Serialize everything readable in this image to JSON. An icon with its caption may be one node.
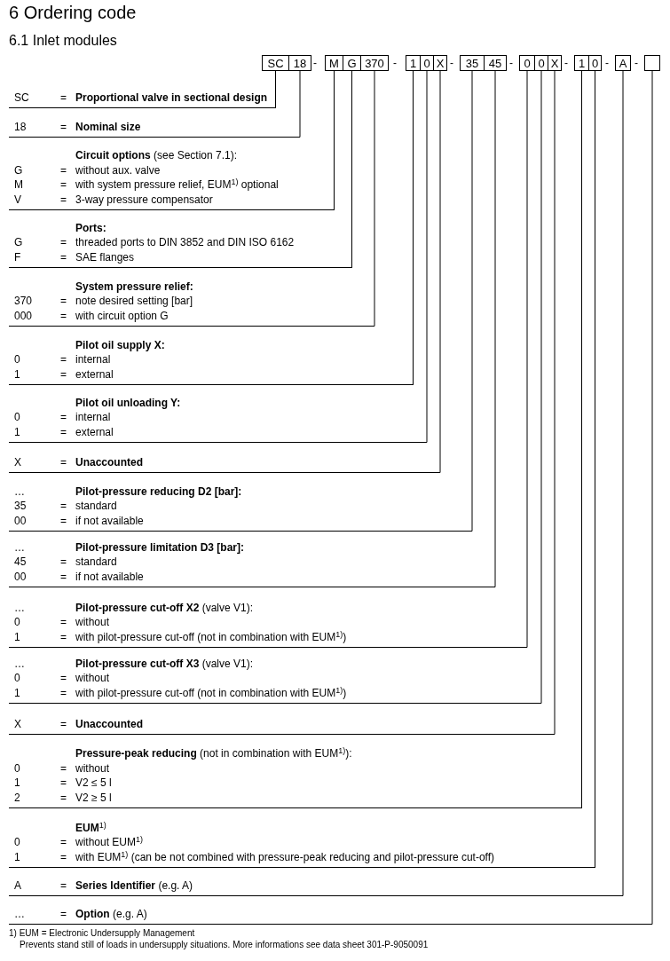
{
  "diagram": {
    "title": "6 Ordering code",
    "nodes": [
      {
        "text": [
          "SC"
        ]
      },
      {
        "text": [
          "18"
        ]
      },
      {
        "text": [
          "M"
        ]
      },
      {
        "text": [
          "G"
        ]
      },
      {
        "text": [
          "370"
        ]
      },
      {
        "text": [
          "1"
        ]
      },
      {
        "text": [
          "0"
        ]
      },
      {
        "text": [
          "X"
        ]
      },
      {
        "text": [
          "35"
        ]
      },
      {
        "text": [
          "45"
        ]
      },
      {
        "text": [
          "0"
        ]
      },
      {
        "text": [
          "0"
        ]
      },
      {
        "text": [
          "X"
        ]
      },
      {
        "text": [
          "1"
        ]
      },
      {
        "text": [
          "0"
        ]
      },
      {
        "text": [
          "A"
        ]
      },
      {
        "text": [],
        "shape": "box"
      },
      {
        "text": [
          "SC",
          "=",
          "Proportional valve in sectional design"
        ]
      },
      {
        "text": [
          "18",
          "=",
          "Nominal size"
        ]
      },
      {
        "text": [
          "**Circuit options** (see Section 7.1):",
          "G",
          "=",
          "without aux. valve",
          "M",
          "=",
          "with system pressure relief, EUM$^{1)}$ optional",
          "V",
          "=",
          "3-way pressure compensator"
        ]
      },
      {
        "text": [
          "Ports:",
          "G",
          "=",
          "threaded ports to DIN 3852 and DIN ISO 6162",
          "F",
          "=",
          "SAE flanges"
        ]
      },
      {
        "text": [
          "System pressure relief:",
          "370",
          "=",
          "note desired setting [bar]",
          "000",
          "=",
          "with circuit option G"
        ]
      },
      {
        "text": [
          "Pilot oil supply X:",
          "0",
          "=",
          "internal",
          "1",
          "=",
          "external"
        ]
      },
      {
        "text": [
          "Pilot oil unloading Y:",
          "0",
          "=",
          "internal",
          "1",
          "=",
          "external"
        ]
      },
      {
        "text": [
          "X",
          "=",
          "Unaccounted"
        ]
      },
      {
        "text": [
          "…",
          "Pilot-pressure reducing D2 [bar]:",
          "35",
          "=",
          "standard",
          "00",
          "=",
          "if not available"
        ]
      },
      {
        "text": [
          "…",
          "Pilot-pressure limitation D3 [bar]:",
          "45",
          "=",
          "standard",
          "00",
          "=",
          "if not available"
        ]
      },
      {
        "text": [
          "…",
          "**Pilot-pressure cut-off X2** (valve V1):",
          "0",
          "=",
          "without",
          "1",
          "=",
          "with pilot-pressure cut-off (not in combination with EUM$^{1)}$)"
        ]
      },
      {
        "text": [
          "…",
          "**Pilot-pressure cut-off X3** (valve V1):",
          "0",
          "=",
          "without",
          "1",
          "=",
          "with pilot-pressure cut-off (not in combination with EUM$^{1)}$)"
        ]
      },
      {
        "text": [
          "X",
          "=",
          "Unaccounted"
        ]
      },
      {
        "text": [
          "**Pressure-peak reducing** (not in combination with EUM$^{1)}$):",
          "0",
          "=",
          "without",
          "1",
          "=",
          "V2 ≤ 5 l",
          "2",
          "=",
          "V2 ≥ 5 l"
        ]
      },
      {
        "text": [
          "**EUM**$^{1)}$",
          "0",
          "=",
          "without EUM$^{1)}$",
          "1",
          "=",
          "with EUM$^{1)}$ (can be not combined with pressure-peak reducing and pilot-pressure cut-off)"
        ]
      },
      {
        "text": [
          "A",
          "=",
          "**Series Identifier** (e.g. A)"
        ]
      },
      {
        "text": [
          "…",
          "=",
          "**Option** (e.g. A)"
        ]
      }
    ],
    "edges": [
      {
        "from": 0,
        "to": 17,
        "arrow": "none"
      },
      {
        "from": 1,
        "to": 18,
        "arrow": "none"
      },
      {
        "from": 2,
        "to": 19,
        "arrow": "none"
      },
      {
        "from": 3,
        "to": 20,
        "arrow": "none"
      },
      {
        "from": 4,
        "to": 21,
        "arrow": "none"
      },
      {
        "from": 5,
        "to": 22,
        "arrow": "none"
      },
      {
        "from": 6,
        "to": 23,
        "arrow": "none"
      },
      {
        "from": 7,
        "to": 24,
        "arrow": "none"
      },
      {
        "from": 8,
        "to": 25,
        "arrow": "none"
      },
      {
        "from": 9,
        "to": 26,
        "arrow": "none"
      },
      {
        "from": 10,
        "to": 27,
        "arrow": "none"
      },
      {
        "from": 11,
        "to": 28,
        "arrow": "none"
      },
      {
        "from": 12,
        "to": 29,
        "arrow": "none"
      },
      {
        "from": 13,
        "to": 30,
        "arrow": "none"
      },
      {
        "from": 14,
        "to": 31,
        "arrow": "none"
      },
      {
        "from": 15,
        "to": 32,
        "arrow": "none"
      },
      {
        "from": 16,
        "to": 33,
        "arrow": "none"
      }
    ],
    "labels": [
      "6.1 Inlet modules",
      "-",
      "-",
      "-",
      "-",
      "-",
      "-",
      "-",
      "1) EUM = Electronic Undersupply Management",
      "Prevents stand still of loads in undersupply situations. More informations see data sheet 301-P-9050091"
    ]
  }
}
